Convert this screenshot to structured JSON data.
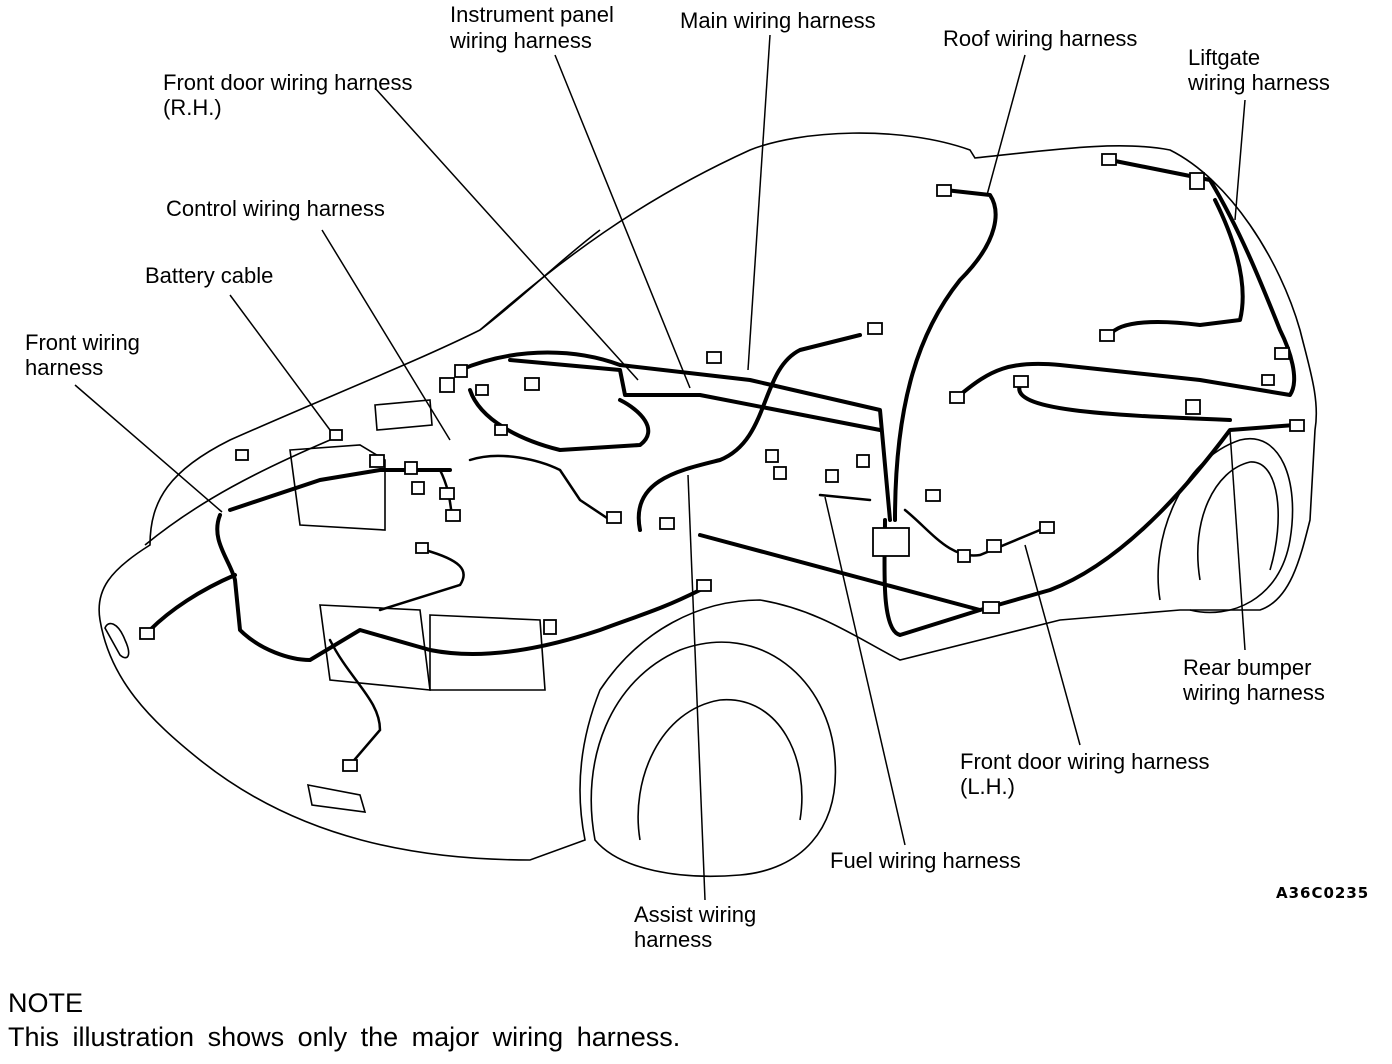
{
  "labels": {
    "instrument_panel": [
      "Instrument panel",
      "wiring harness"
    ],
    "main": "Main wiring harness",
    "roof": "Roof wiring harness",
    "liftgate": [
      "Liftgate",
      "wiring harness"
    ],
    "front_door_rh": [
      "Front door wiring harness",
      "(R.H.)"
    ],
    "control": "Control wiring harness",
    "battery": "Battery cable",
    "front": [
      "Front wiring",
      "harness"
    ],
    "rear_bumper": [
      "Rear bumper",
      "wiring harness"
    ],
    "front_door_lh": [
      "Front door wiring harness",
      "(L.H.)"
    ],
    "fuel": "Fuel wiring harness",
    "assist": [
      "Assist wiring",
      "harness"
    ]
  },
  "figure_code": "A36C0235",
  "note": {
    "heading": "NOTE",
    "text": "This illustration shows only the major wiring harness."
  }
}
